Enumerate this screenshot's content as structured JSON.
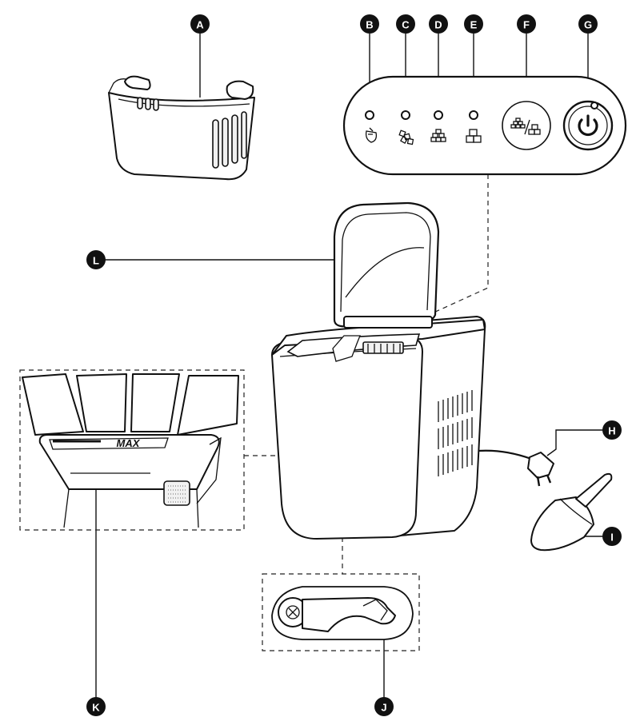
{
  "callouts": [
    {
      "id": "A",
      "label": "A"
    },
    {
      "id": "B",
      "label": "B"
    },
    {
      "id": "C",
      "label": "C"
    },
    {
      "id": "D",
      "label": "D"
    },
    {
      "id": "E",
      "label": "E"
    },
    {
      "id": "F",
      "label": "F"
    },
    {
      "id": "G",
      "label": "G"
    },
    {
      "id": "H",
      "label": "H"
    },
    {
      "id": "I",
      "label": "I"
    },
    {
      "id": "J",
      "label": "J"
    },
    {
      "id": "K",
      "label": "K"
    },
    {
      "id": "L",
      "label": "L"
    }
  ],
  "water_tank": {
    "max_label": "MAX"
  },
  "icons": {
    "B": "clean-icon",
    "C": "ice-full-icon",
    "D": "small-ice-icon",
    "E": "large-ice-icon",
    "F": "ice-size-toggle-icon",
    "G": "power-icon"
  },
  "colors": {
    "ink": "#111111",
    "background": "#ffffff"
  }
}
